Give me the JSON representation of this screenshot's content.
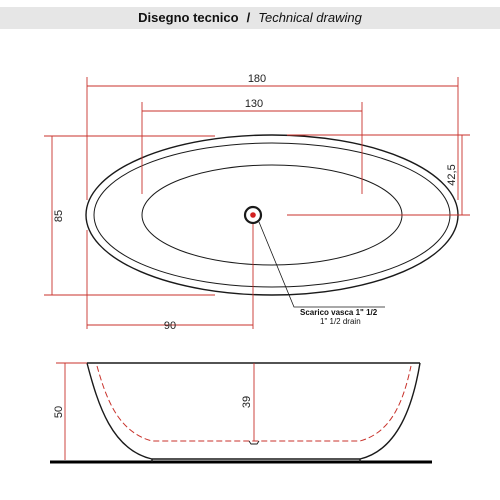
{
  "header": {
    "title_it": "Disegno tecnico",
    "separator": "/",
    "title_en": "Technical drawing"
  },
  "dimensions": {
    "overall_length": "180",
    "inner_length": "130",
    "overall_width": "85",
    "half_width": "42,5",
    "drain_offset": "90",
    "overall_height": "50",
    "inner_depth": "39"
  },
  "drain_note": {
    "it": "Scarico vasca 1\" 1/2",
    "en": "1\" 1/2  drain"
  },
  "colors": {
    "dimension_line": "#c8322b",
    "outline": "#1a1a1a",
    "header_bg": "#e6e6e6",
    "drain_dot": "#d22020"
  }
}
